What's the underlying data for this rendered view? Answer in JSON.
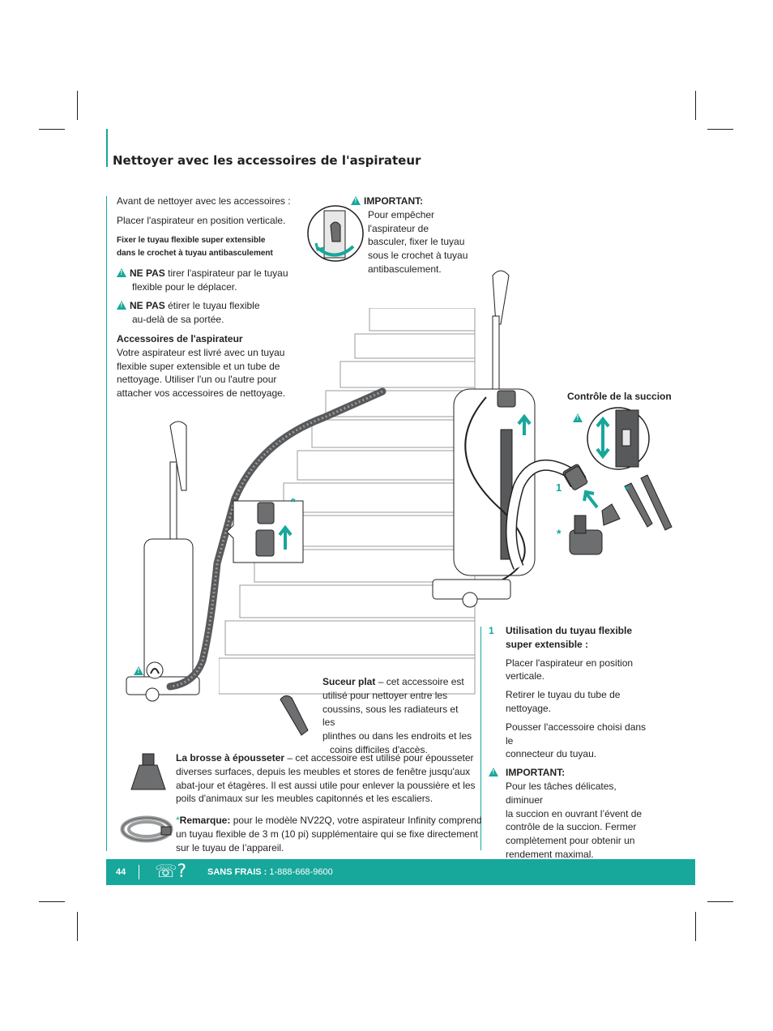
{
  "page": {
    "title": "Nettoyer avec les accessoires de l'aspirateur",
    "accent_color": "#17a79b"
  },
  "intro": {
    "line1": "Avant de nettoyer avec les accessoires :",
    "line2": "Placer l'aspirateur en position verticale.",
    "fix_title_1": "Fixer le tuyau flexible super extensible",
    "fix_title_2": "dans le crochet à tuyau antibasculement",
    "warn1_bold": "NE PAS",
    "warn1_rest": " tirer l'aspirateur par le tuyau",
    "warn1_line2": "flexible pour le déplacer.",
    "warn2_bold": "NE PAS",
    "warn2_rest": " étirer le tuyau flexible",
    "warn2_line2": "au-delà de sa portée.",
    "acc_title": "Accessoires de l'aspirateur",
    "acc_l1": "Votre aspirateur est livré avec un tuyau",
    "acc_l2": "flexible super extensible et un tube de",
    "acc_l3": "nettoyage.  Utiliser l'un ou l'autre pour",
    "acc_l4": "attacher vos accessoires de nettoyage."
  },
  "important_top": {
    "title": "IMPORTANT:",
    "l1": "Pour empêcher",
    "l2": "l'aspirateur de",
    "l3": "basculer, fixer le tuyau",
    "l4": "sous le crochet à tuyau",
    "l5": "antibasculement."
  },
  "suction_label": "Contrôle de la succion",
  "markers": {
    "one": "1",
    "star": "*"
  },
  "step1": {
    "number": "1",
    "title1": "Utilisation du tuyau flexible",
    "title2": "super extensible :",
    "p1_l1": "Placer l'aspirateur en position",
    "p1_l2": "verticale.",
    "p2_l1": "Retirer le tuyau du tube de",
    "p2_l2": "nettoyage.",
    "p3_l1": "Pousser l'accessoire choisi dans le",
    "p3_l2": "connecteur du tuyau.",
    "imp_title": "IMPORTANT:",
    "imp_l1": "Pour les tâches délicates, diminuer",
    "imp_l2": "la succion en ouvrant l’évent de",
    "imp_l3": "contrôle de la succion. Fermer",
    "imp_l4": "complètement pour obtenir un",
    "imp_l5": "rendement maximal."
  },
  "crevice": {
    "title": "Suceur plat",
    "l1": " – cet accessoire est",
    "l2": "utilisé pour nettoyer entre les",
    "l3": "coussins, sous les radiateurs et les",
    "l4": "plinthes ou dans les endroits et les",
    "l5": "coins difficiles d'accès."
  },
  "brush": {
    "title": "La brosse à épousseter",
    "l1": " – cet accessoire est utilisé pour épousseter",
    "l2": "diverses surfaces, depuis les meubles et stores de fenêtre jusqu'aux",
    "l3": "abat-jour et étagères. Il est aussi utile pour enlever la poussière et les",
    "l4": "poils d'animaux sur les meubles capitonnés et les escaliers."
  },
  "remark": {
    "star": "*",
    "title": "Remarque:",
    "l1": " pour le modèle NV22Q, votre aspirateur Infinity comprend",
    "l2": "un tuyau flexible de 3 m (10 pi) supplémentaire qui se fixe directement",
    "l3": "sur le tuyau de l’appareil."
  },
  "footer": {
    "page_number": "44",
    "phone_glyph": "☏?",
    "label": "SANS FRAIS :",
    "number": " 1-888-668-9600"
  }
}
